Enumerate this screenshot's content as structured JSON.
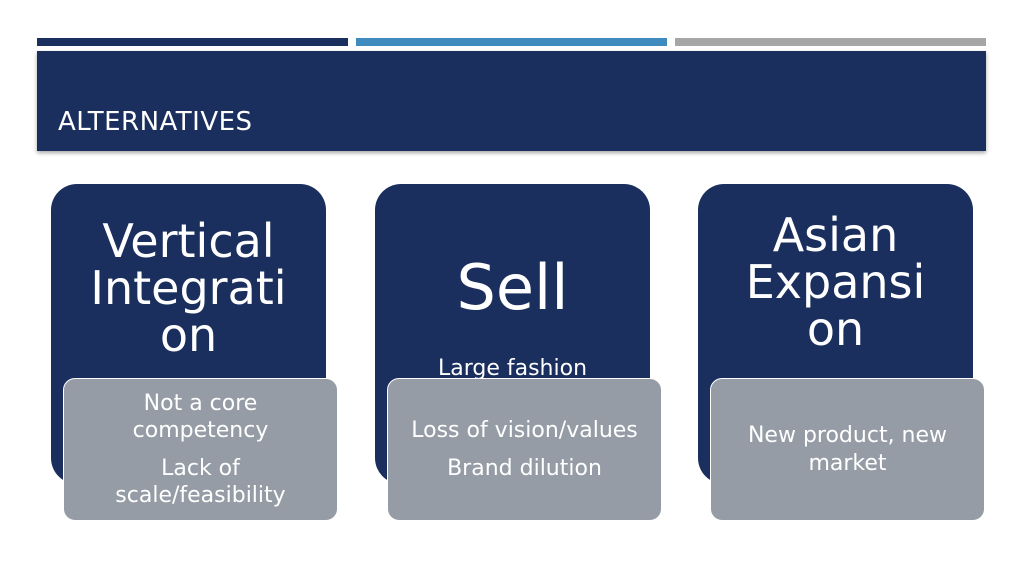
{
  "slide": {
    "title": "ALTERNATIVES"
  },
  "cards": [
    {
      "title": "Vertical Integrati on",
      "subtitle": "",
      "notes": [
        "Not a core competency",
        "Lack of scale/feasibility"
      ]
    },
    {
      "title": "Sell",
      "subtitle": "Large fashion",
      "notes": [
        "Loss of vision/values",
        "Brand dilution"
      ]
    },
    {
      "title": "Asian Expansi on",
      "subtitle": "",
      "notes": [
        "New product, new market"
      ]
    }
  ],
  "colors": {
    "navy": "#1b2f5e",
    "blue_accent": "#3f8bbf",
    "gray_accent": "#a6a6a6",
    "note_gray": "#959ca5"
  }
}
